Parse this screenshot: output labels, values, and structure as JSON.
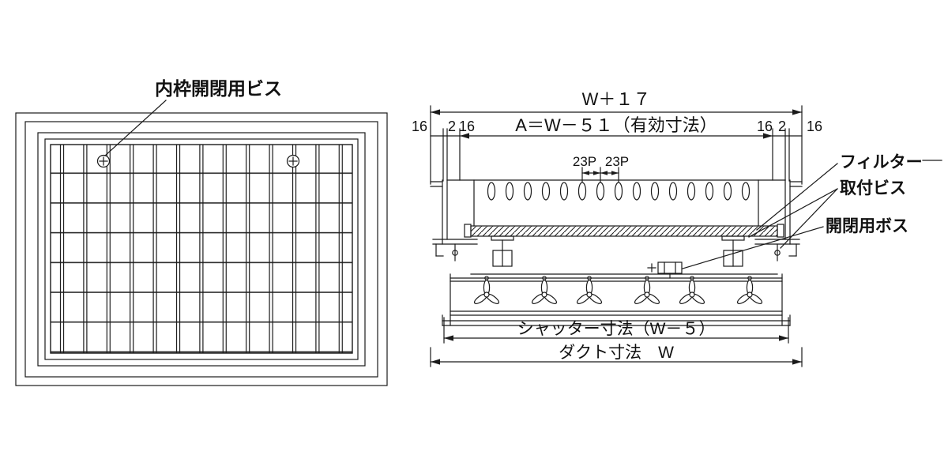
{
  "front_view": {
    "callout": "内枠開閉用ビス"
  },
  "section": {
    "dim_overall": "W＋１７",
    "seg_l1": "16",
    "seg_l2": "2",
    "seg_l3": "16",
    "dim_effective": "A＝W－５１（有効寸法）",
    "seg_r1": "16",
    "seg_r2": "2",
    "seg_r3": "16",
    "pitch_left": "23P",
    "pitch_right": "23P",
    "label_filter": "フィルター",
    "label_mount_screw": "取付ビス",
    "label_boss": "開閉用ボス",
    "dim_shutter": "シャッター寸法（W－５）",
    "dim_duct": "ダクト寸法　W"
  },
  "colors": {
    "ink": "#1a1a1a",
    "background": "#ffffff"
  }
}
